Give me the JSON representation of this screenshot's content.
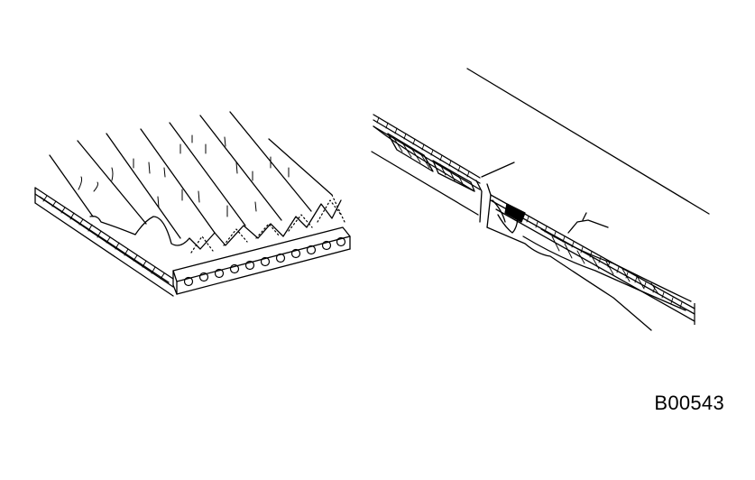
{
  "figure": {
    "code": "B00543"
  },
  "illustrations": [
    {
      "id": "left",
      "subject": "ribbed-v-belt-cross-section"
    },
    {
      "id": "right",
      "subject": "belt-damage-detail"
    }
  ]
}
